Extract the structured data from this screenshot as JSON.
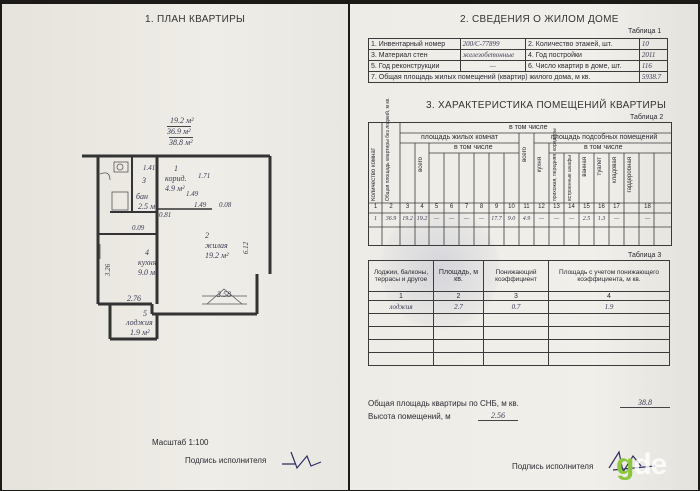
{
  "left": {
    "title": "1. ПЛАН КВАРТИРЫ",
    "area_top": "19.2 м²",
    "area_mid": "36.9 м²",
    "area_bottom": "38.8 м²",
    "room1_num": "1",
    "room1_name": "корид.",
    "room1_area": "4.9 м²",
    "room2_num": "2",
    "room2_name": "жилая",
    "room2_area": "19.2 м²",
    "room3_num": "3",
    "room3_name": "бан",
    "room3_area": "2.5 м²",
    "room4_num": "4",
    "room4_name": "кухня",
    "room4_area": "9.0 м²",
    "room5_num": "5",
    "room5_name": "лоджия",
    "room5_area": "1.9 м²",
    "dim_171": "1.71",
    "dim_141": "1.41",
    "dim_149a": "1.49",
    "dim_149b": "1.49",
    "dim_008": "0.08",
    "dim_081": "0.81",
    "dim_009": "0.09",
    "dim_326": "3.26",
    "dim_612": "6.12",
    "dim_276": "2.76",
    "dim_358": "3.58",
    "scale": "Масштаб  1:100",
    "signature_label": "Подпись исполнителя"
  },
  "right": {
    "title2": "2. СВЕДЕНИЯ О ЖИЛОМ ДОМЕ",
    "table1_label": "Таблица 1",
    "t1": [
      [
        "1. Инвентарный номер",
        "200/C-77899",
        "2. Количество этажей, шт.",
        "10"
      ],
      [
        "3. Материал стен",
        "железобетонные",
        "4. Год постройки",
        "2011"
      ],
      [
        "5. Год реконструкции",
        "—",
        "6. Число квартир в доме, шт.",
        "116"
      ],
      [
        "7. Общая площадь жилых помещений (квартир) жилого дома, м кв.",
        "",
        "",
        "5938.7"
      ]
    ],
    "title3": "3. ХАРАКТЕРИСТИКА ПОМЕЩЕНИЙ КВАРТИРЫ",
    "table2_label": "Таблица 2",
    "t2_head_col1": "Количество комнат",
    "t2_head_col2": "Общая площадь квартиры без лоджий, м кв.",
    "t2_head_v_tom_chisle": "в том числе",
    "t2_head_living": "площадь жилых комнат",
    "t2_head_v_tom_chisle2": "в том числе",
    "t2_head_aux": "площадь подсобных помещений",
    "t2_head_v_tom_chisle3": "в том числе",
    "t2_head_vsego1": "всего",
    "t2_head_vsego2": "всего",
    "t2_head_kitchen": "кухня",
    "t2_head_corridor": "прихожая, передняя, коридоры",
    "t2_head_closets": "встроенные шкафы",
    "t2_head_bath": "ванная",
    "t2_head_toilet": "туалет",
    "t2_head_storage": "кладовая",
    "t2_head_wardrobe": "гардеробная",
    "t2_nums": [
      "1",
      "2",
      "3",
      "4",
      "5",
      "6",
      "7",
      "8",
      "9",
      "10",
      "11",
      "12",
      "13",
      "14",
      "15",
      "16",
      "17",
      "18"
    ],
    "t2_row": [
      "1",
      "36.9",
      "19.2",
      "19.2",
      "—",
      "—",
      "—",
      "—",
      "17.7",
      "9.0",
      "4.9",
      "—",
      "—",
      "—",
      "2.5",
      "1.3",
      "—",
      "—"
    ],
    "table3_label": "Таблица 3",
    "t3_head": [
      "Лоджии, балконы, террасы и другое",
      "Площадь, м кв.",
      "Понижающий коэффициент",
      "Площадь с учетом понижающего коэффициента, м кв."
    ],
    "t3_nums": [
      "1",
      "2",
      "3",
      "4"
    ],
    "t3_row": [
      "лоджия",
      "2.7",
      "0.7",
      "1.9"
    ],
    "total_label": "Общая площадь квартиры по СНБ, м кв.",
    "total_value": "38.8",
    "height_label": "Высота помещений, м",
    "height_value": "2.56",
    "signature_label": "Подпись исполнителя"
  },
  "watermark": {
    "g": "g",
    "rest": "de"
  }
}
